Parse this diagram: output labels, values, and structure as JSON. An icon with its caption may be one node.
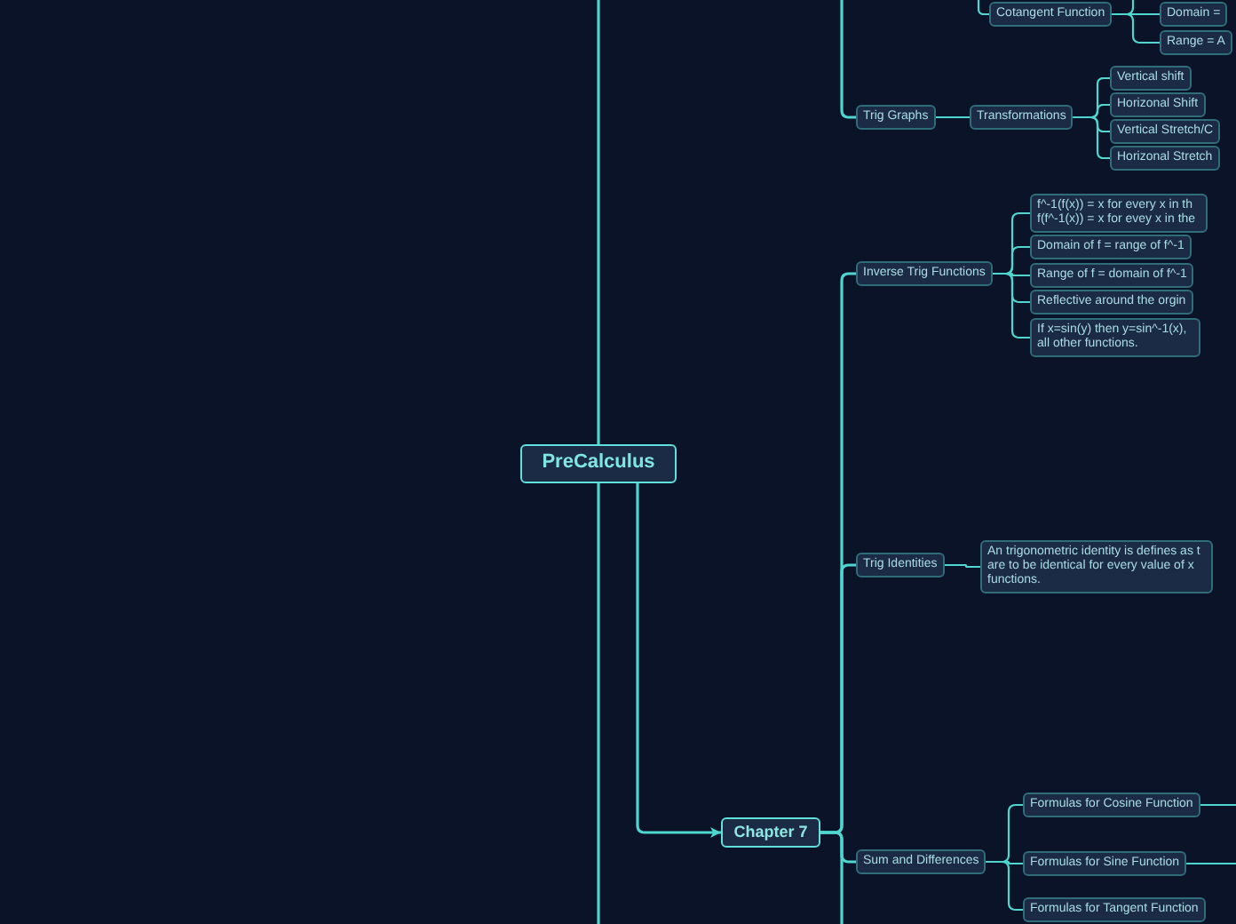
{
  "diagram": {
    "nodes": [
      {
        "text": [
          "PreCalculus"
        ]
      },
      {
        "text": [
          "Chapter 7"
        ]
      },
      {
        "text": [
          "Cotangent Function"
        ]
      },
      {
        "text": [
          "Domain ="
        ]
      },
      {
        "text": [
          "Range = A"
        ]
      },
      {
        "text": [
          "Trig Graphs"
        ]
      },
      {
        "text": [
          "Transformations"
        ]
      },
      {
        "text": [
          "Vertical shift"
        ]
      },
      {
        "text": [
          "Horizonal Shift"
        ]
      },
      {
        "text": [
          "Vertical Stretch/C"
        ]
      },
      {
        "text": [
          "Horizonal Stretch"
        ]
      },
      {
        "text": [
          "Inverse Trig Functions"
        ]
      },
      {
        "text": [
          "f^-1(f(x)) = x for every x in th f(f^-1(x)) = x for evey x in the"
        ]
      },
      {
        "text": [
          "Domain of f = range of f^-1"
        ]
      },
      {
        "text": [
          "Range of f = domain of f^-1"
        ]
      },
      {
        "text": [
          "Reflective around the orgin"
        ]
      },
      {
        "text": [
          "If x=sin(y) then y=sin^-1(x), all other functions."
        ]
      },
      {
        "text": [
          "Trig Identities"
        ]
      },
      {
        "text": [
          "An trigonometric identity is defines as t are to be identical for every value of x functions."
        ]
      },
      {
        "text": [
          "Sum and Differences"
        ]
      },
      {
        "text": [
          "Formulas for Cosine Function"
        ]
      },
      {
        "text": [
          "Formulas for Sine Function"
        ]
      },
      {
        "text": [
          "Formulas for Tangent Function"
        ]
      }
    ],
    "edges": [
      {
        "from": 0,
        "to": null,
        "arrow": "none"
      },
      {
        "from": 0,
        "to": null,
        "arrow": "none"
      },
      {
        "from": 0,
        "to": 1,
        "arrow": "to"
      },
      {
        "from": null,
        "to": 2,
        "arrow": "none"
      },
      {
        "from": 2,
        "to": null,
        "arrow": "none"
      },
      {
        "from": 2,
        "to": 3,
        "arrow": "none"
      },
      {
        "from": 2,
        "to": 4,
        "arrow": "none"
      },
      {
        "from": null,
        "to": 5,
        "arrow": "none"
      },
      {
        "from": 5,
        "to": 6,
        "arrow": "none"
      },
      {
        "from": 6,
        "to": 7,
        "arrow": "none"
      },
      {
        "from": 6,
        "to": 8,
        "arrow": "none"
      },
      {
        "from": 6,
        "to": 9,
        "arrow": "none"
      },
      {
        "from": 6,
        "to": 10,
        "arrow": "none"
      },
      {
        "from": 1,
        "to": 11,
        "arrow": "none"
      },
      {
        "from": 1,
        "to": 17,
        "arrow": "none"
      },
      {
        "from": 1,
        "to": 19,
        "arrow": "none"
      },
      {
        "from": 1,
        "to": null,
        "arrow": "none"
      },
      {
        "from": 11,
        "to": 12,
        "arrow": "none"
      },
      {
        "from": 11,
        "to": 13,
        "arrow": "none"
      },
      {
        "from": 11,
        "to": 14,
        "arrow": "none"
      },
      {
        "from": 11,
        "to": 15,
        "arrow": "none"
      },
      {
        "from": 11,
        "to": 16,
        "arrow": "none"
      },
      {
        "from": 17,
        "to": 18,
        "arrow": "none"
      },
      {
        "from": 19,
        "to": 20,
        "arrow": "none"
      },
      {
        "from": 19,
        "to": 21,
        "arrow": "none"
      },
      {
        "from": 19,
        "to": 22,
        "arrow": "none"
      },
      {
        "from": 20,
        "to": null,
        "arrow": "none"
      },
      {
        "from": 21,
        "to": null,
        "arrow": "none"
      }
    ]
  }
}
